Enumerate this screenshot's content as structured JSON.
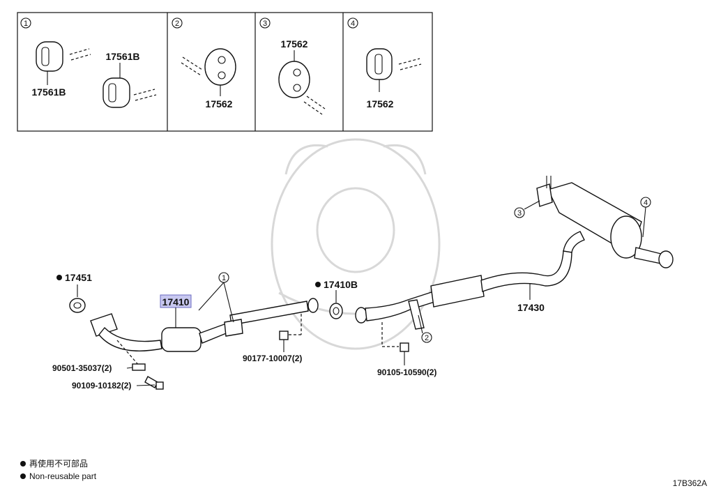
{
  "insets": [
    {
      "num": "1",
      "labels": [
        "17561B",
        "17561B"
      ]
    },
    {
      "num": "2",
      "labels": [
        "17562"
      ]
    },
    {
      "num": "3",
      "labels": [
        "17562"
      ]
    },
    {
      "num": "4",
      "labels": [
        "17562"
      ]
    }
  ],
  "parts": {
    "front_pipe": "17410",
    "gasket_front": "17451",
    "gasket_mid": "17410B",
    "tail_pipe": "17430",
    "spring": "90501-35037(2)",
    "bolt_front": "90109-10182(2)",
    "nut_mid": "90177-10007(2)",
    "bolt_rear": "90105-10590(2)"
  },
  "callouts": {
    "c1": "1",
    "c2": "2",
    "c3": "3",
    "c4": "4"
  },
  "legend": {
    "jp": "再使用不可部品",
    "en": "Non-reusable part"
  },
  "figure_code": "17B362A",
  "colors": {
    "highlight": "#c8c8f0"
  }
}
